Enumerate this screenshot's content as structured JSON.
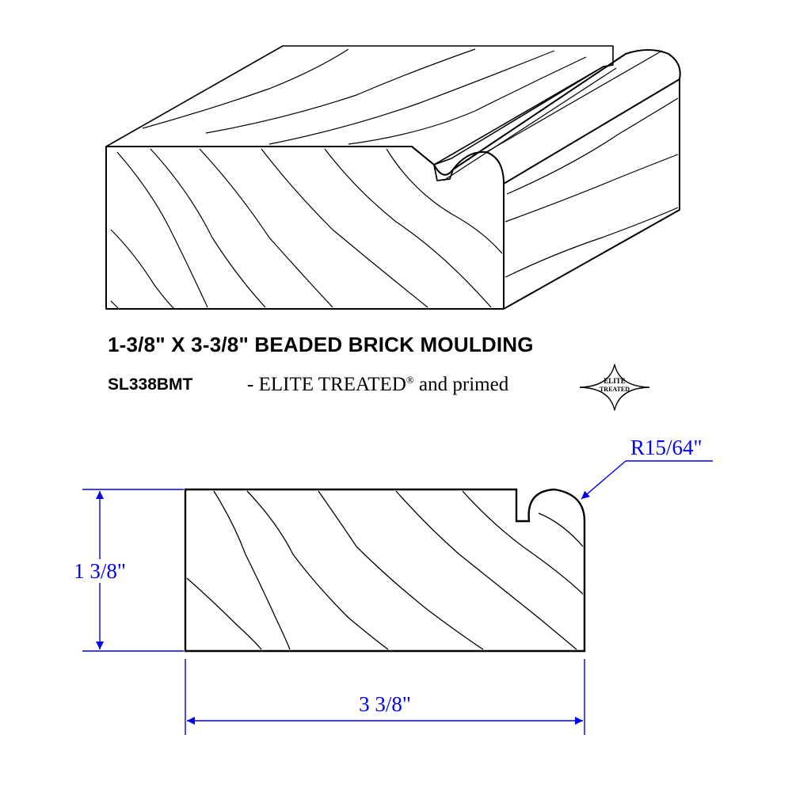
{
  "product": {
    "title": "1-3/8\" X 3-3/8\" BEADED BRICK MOULDING",
    "code": "SL338BMT",
    "description_prefix": "- ELITE TREATED",
    "registered_mark": "®",
    "description_suffix": " and primed"
  },
  "logo": {
    "line_top": "ELITE",
    "line_bottom": "TREATED",
    "icon": "elite-treated-diamond-logo"
  },
  "dimensions": {
    "height": "1 3/8\"",
    "width": "3 3/8\"",
    "radius": "R15/64\""
  },
  "colors": {
    "dimension": "#0000ee",
    "line": "#000000"
  }
}
